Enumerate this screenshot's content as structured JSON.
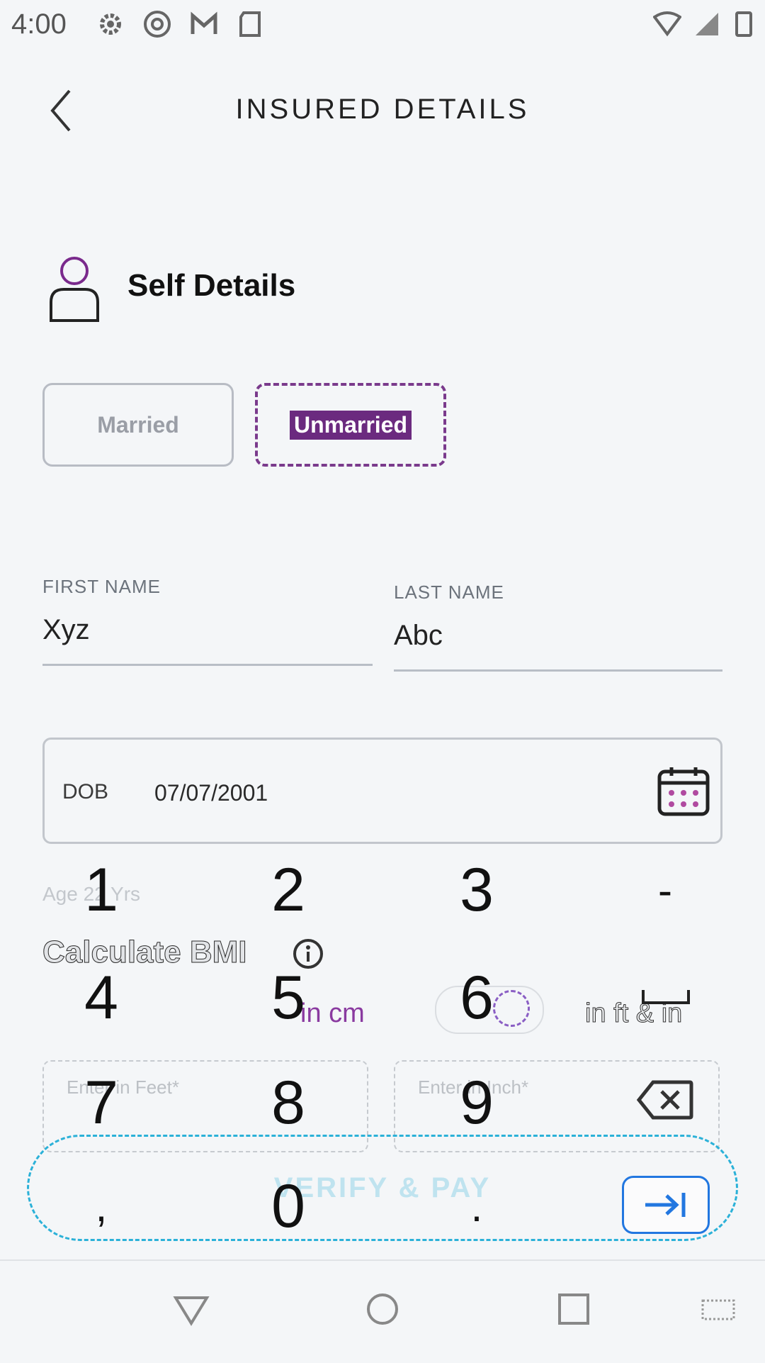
{
  "status_bar": {
    "time": "4:00",
    "icons": [
      "settings-icon",
      "chrome-icon",
      "gmail-icon",
      "sd-card-icon",
      "wifi-icon",
      "signal-icon",
      "battery-icon"
    ]
  },
  "header": {
    "title": "INSURED DETAILS",
    "back_icon": "chevron-left-icon"
  },
  "section": {
    "title": "Self Details",
    "icon": "person-icon"
  },
  "marital_status": {
    "options": [
      "Married",
      "Unmarried"
    ],
    "selected": "Unmarried"
  },
  "first_name": {
    "label": "FIRST NAME",
    "value": "Xyz"
  },
  "last_name": {
    "label": "LAST NAME",
    "value": "Abc"
  },
  "dob": {
    "label": "DOB",
    "value": "07/07/2001",
    "icon": "calendar-icon"
  },
  "age": {
    "text": "Age 22 Yrs"
  },
  "bmi": {
    "heading": "Calculate BMI",
    "unit_cm": "in cm",
    "unit_ftin": "in ft & in",
    "feet_placeholder": "Enter in Feet*",
    "inch_placeholder": "Enter in Inch*"
  },
  "submit": {
    "label": "VERIFY & PAY"
  },
  "keypad": {
    "rows": [
      [
        "1",
        "2",
        "3",
        "-"
      ],
      [
        "4",
        "5",
        "6",
        "␣"
      ],
      [
        "7",
        "8",
        "9",
        "⌫"
      ],
      [
        ",",
        "0",
        ".",
        "→|"
      ]
    ]
  },
  "colors": {
    "accent_purple": "#6b2a7f",
    "accent_blue": "#2277e0",
    "submit_border": "#2bb1d8"
  }
}
